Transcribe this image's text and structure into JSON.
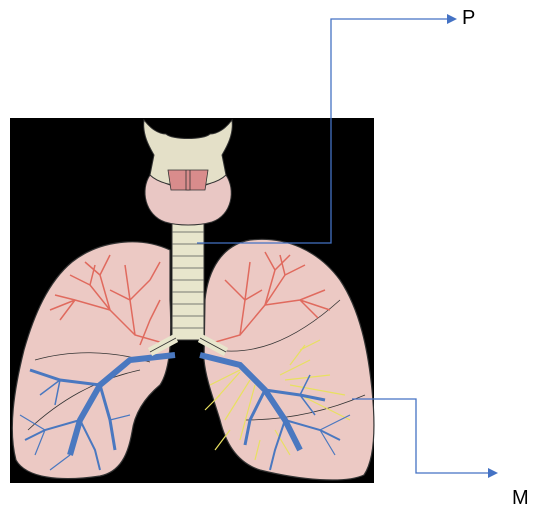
{
  "labels": {
    "p": "P",
    "m": "M"
  },
  "colors": {
    "background_panel": "#000000",
    "lung_tissue": "#ecc9c4",
    "trachea": "#e8e6cc",
    "larynx": "#e4e0c8",
    "thyroid": "#e9c7c4",
    "arteries": "#e06a5e",
    "veins": "#4a78c0",
    "lymph": "#e8e060",
    "outline": "#333333",
    "callout_line": "#4472c4"
  },
  "icons": {
    "callout_arrow": "arrow-right-icon",
    "illustration": "lungs-anatomy-illustration"
  }
}
